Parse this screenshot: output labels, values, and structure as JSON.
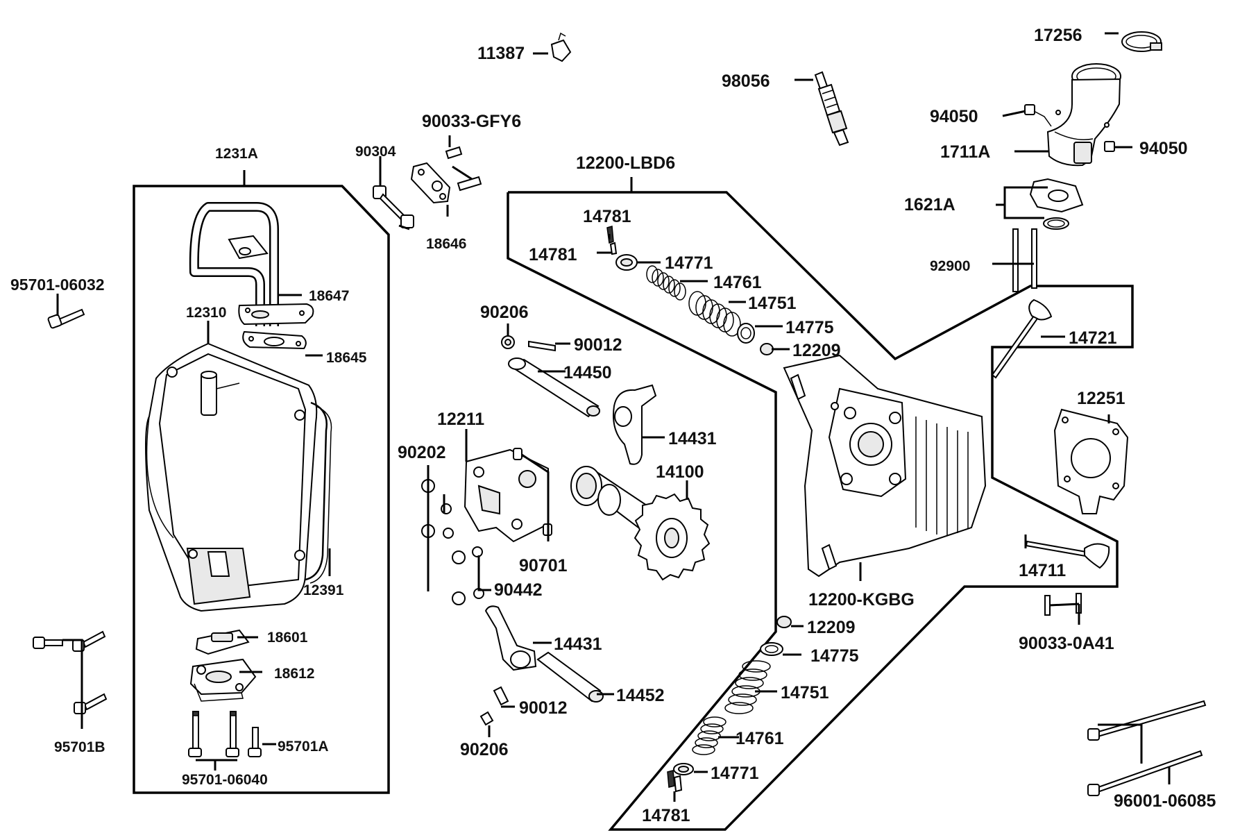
{
  "labels": {
    "p11387": "11387",
    "p90033_gfy6": "90033-GFY6",
    "p90304": "90304",
    "p18646": "18646",
    "p98056": "98056",
    "p17256": "17256",
    "p94050_left": "94050",
    "p94050_right": "94050",
    "p1711a": "1711A",
    "p1621a": "1621A",
    "p92900": "92900",
    "p1231a": "1231A",
    "p12200_lbd6": "12200-LBD6",
    "p14781_top": "14781",
    "p14781_mid": "14781",
    "p14771_top": "14771",
    "p14761_top": "14761",
    "p14751_top": "14751",
    "p14775_top": "14775",
    "p12209_top": "12209",
    "p14721": "14721",
    "p95701_06032": "95701-06032",
    "p12310": "12310",
    "p18647": "18647",
    "p18645": "18645",
    "p90206_top": "90206",
    "p90012_top": "90012",
    "p14450": "14450",
    "p12211": "12211",
    "p14431_top": "14431",
    "p14100": "14100",
    "p90202": "90202",
    "p90701": "90701",
    "p90442": "90442",
    "p12391": "12391",
    "p12251": "12251",
    "p14711": "14711",
    "p12200_kgbg": "12200-KGBG",
    "p90033_0a41": "90033-0A41",
    "p18601": "18601",
    "p18612": "18612",
    "p95701b": "95701B",
    "p95701a": "95701A",
    "p95701_06040": "95701-06040",
    "p14431_bot": "14431",
    "p14452": "14452",
    "p90012_bot": "90012",
    "p90206_bot": "90206",
    "p12209_bot": "12209",
    "p14775_bot": "14775",
    "p14751_bot": "14751",
    "p14761_bot": "14761",
    "p14771_bot": "14771",
    "p14781_bot": "14781",
    "p96001_06085": "96001-06085"
  }
}
